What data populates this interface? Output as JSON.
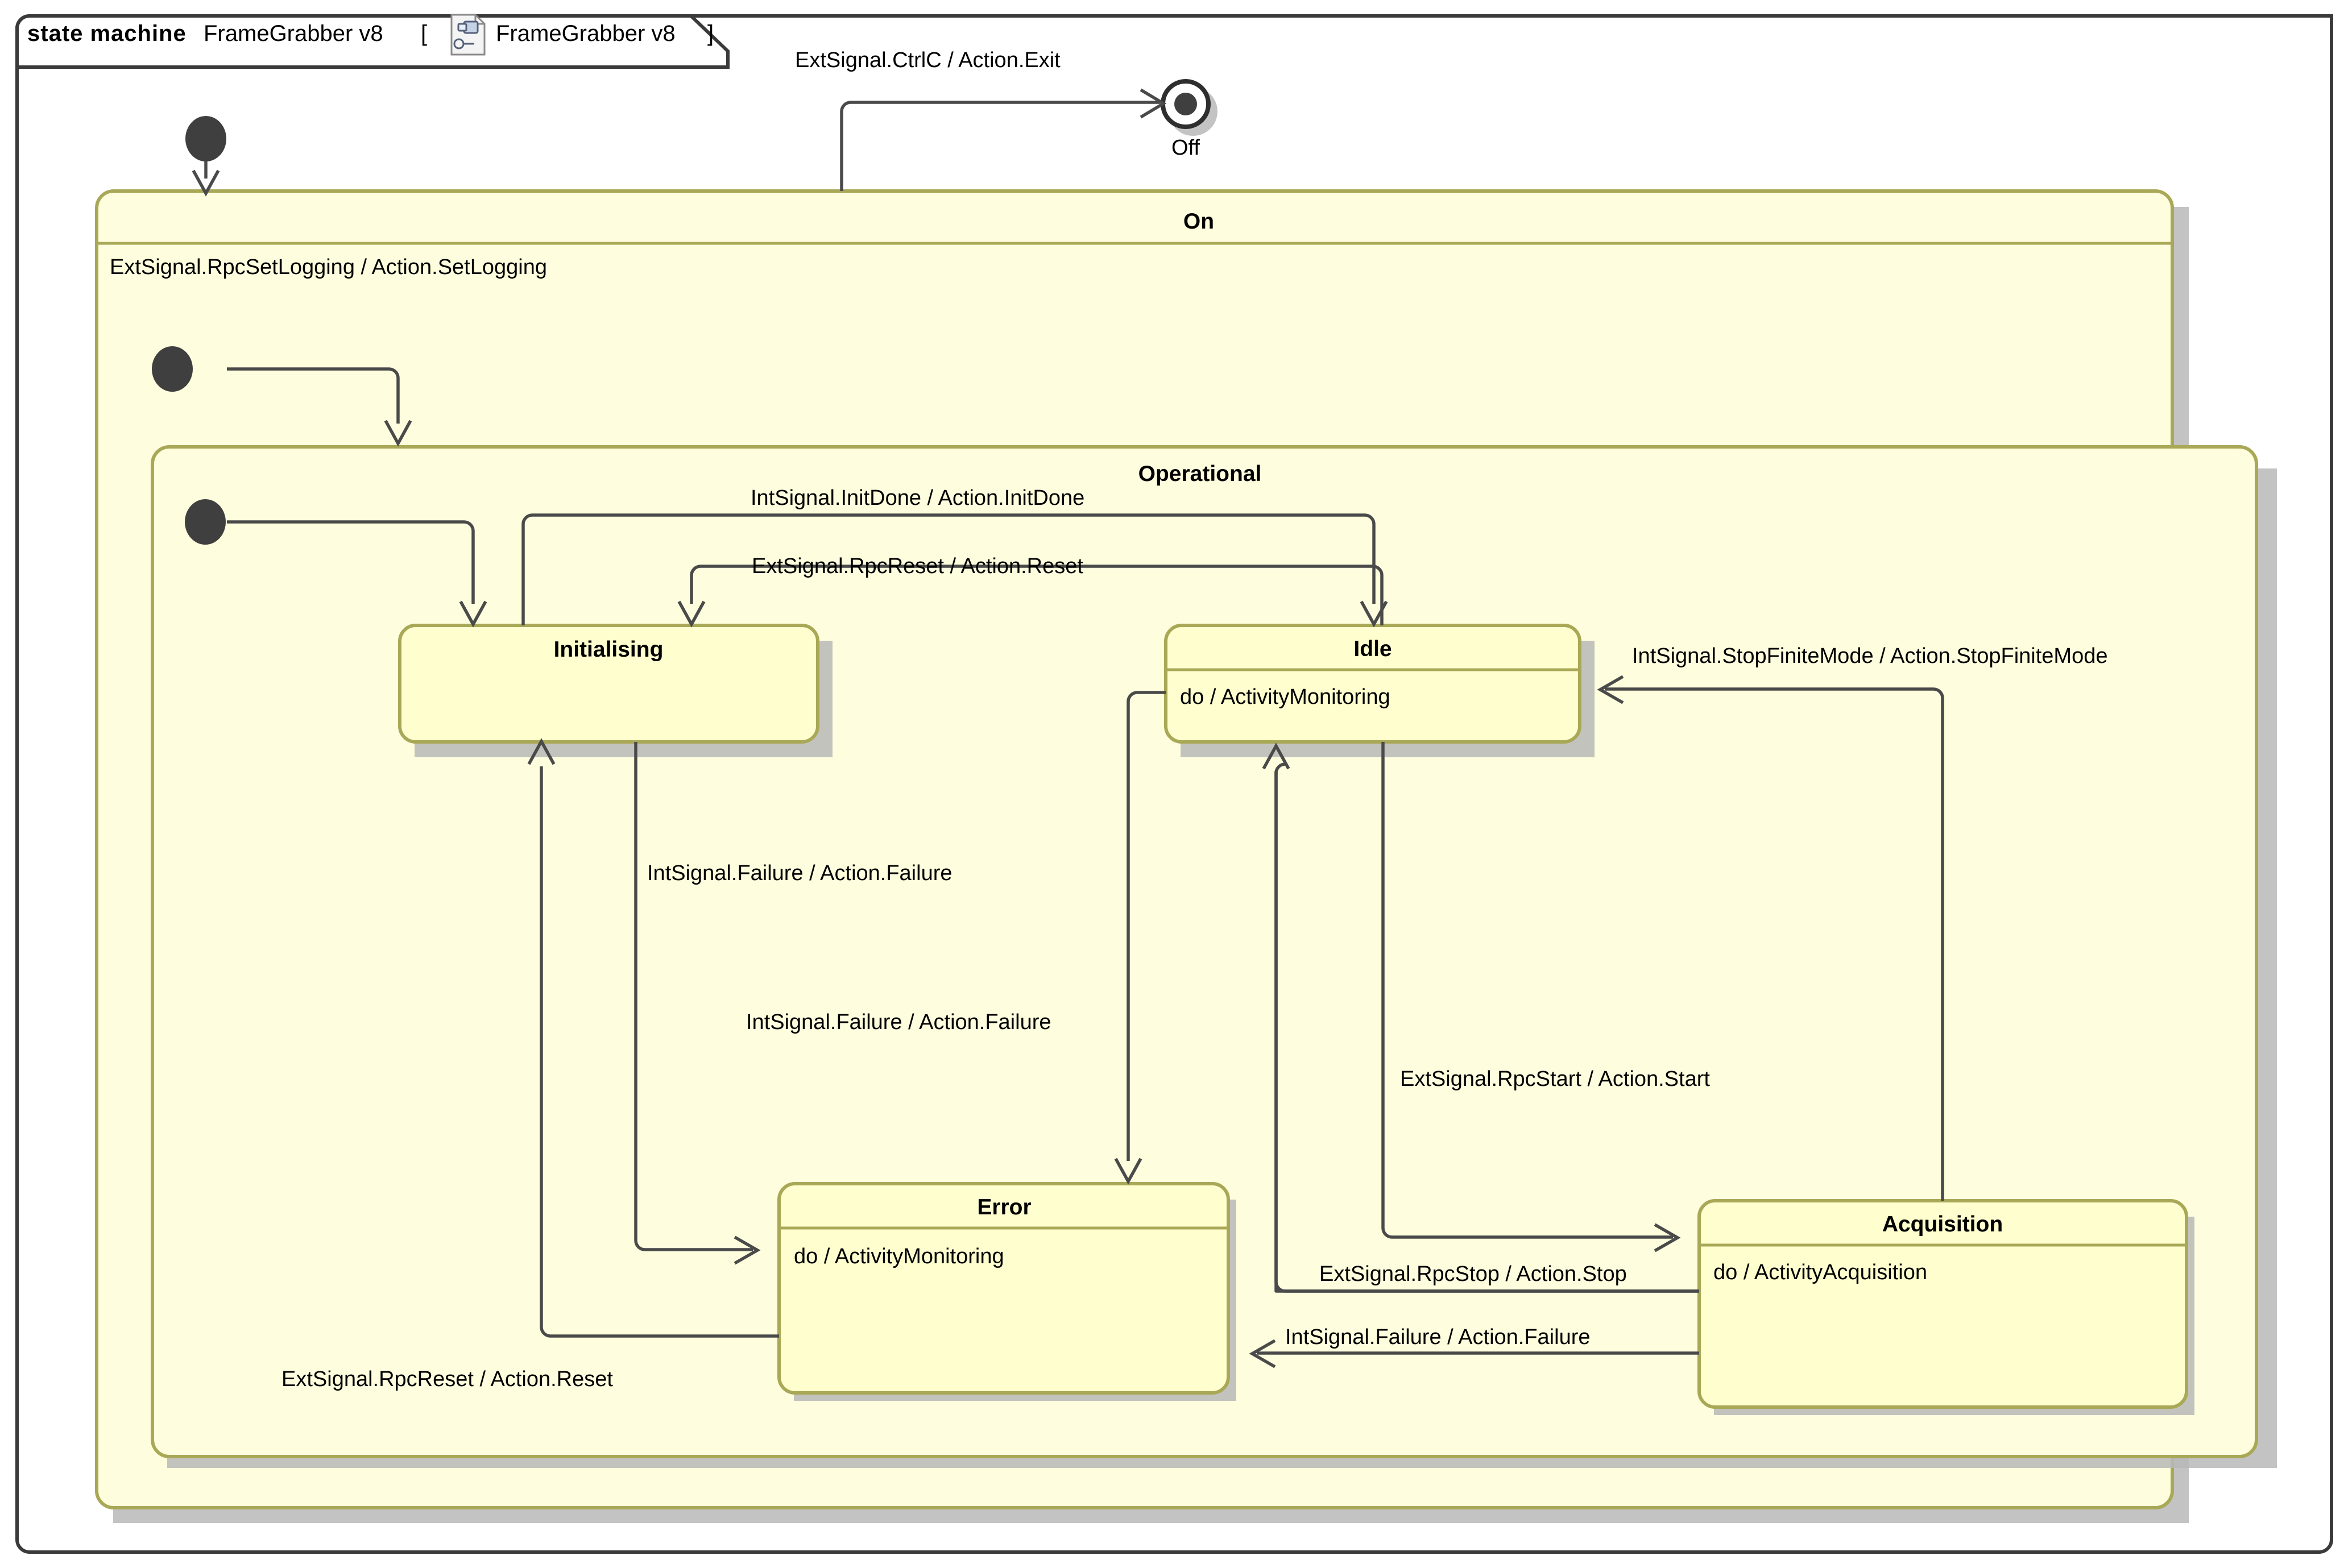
{
  "diagram": {
    "kind_keyword": "state machine",
    "frame_name": "FrameGrabber v8",
    "frame_ref_open": "[",
    "frame_ref_name": "FrameGrabber v8",
    "frame_ref_close": "]",
    "frame_icon": "state-machine-icon",
    "colors": {
      "state_fill": "#FEFECE",
      "state_border": "#A9A857",
      "region_fill": "#FEFEDE",
      "line": "#4A4A4A",
      "frame_border": "#3A3A3A",
      "shadow": "#B8B8B8",
      "text": "#000000"
    }
  },
  "states": {
    "off": {
      "name": "Off",
      "type": "final-state"
    },
    "on": {
      "name": "On",
      "type": "composite-state",
      "internal_transition": "ExtSignal.RpcSetLogging / Action.SetLogging"
    },
    "operational": {
      "name": "Operational",
      "type": "composite-state"
    },
    "initialising": {
      "name": "Initialising",
      "type": "simple-state",
      "body": ""
    },
    "idle": {
      "name": "Idle",
      "type": "simple-state",
      "body": "do / ActivityMonitoring"
    },
    "error": {
      "name": "Error",
      "type": "simple-state",
      "body": "do / ActivityMonitoring"
    },
    "acquisition": {
      "name": "Acquisition",
      "type": "simple-state",
      "body": "do / ActivityAcquisition"
    }
  },
  "pseudostates": [
    {
      "name": "initial-root",
      "type": "initial"
    },
    {
      "name": "initial-on",
      "type": "initial"
    },
    {
      "name": "initial-operational",
      "type": "initial"
    }
  ],
  "transitions": [
    {
      "id": "t_on_off",
      "from": "On",
      "to": "Off",
      "label": "ExtSignal.CtrlC / Action.Exit"
    },
    {
      "id": "t_init_root",
      "from": "initial-root",
      "to": "On",
      "label": ""
    },
    {
      "id": "t_init_on",
      "from": "initial-on",
      "to": "Operational",
      "label": ""
    },
    {
      "id": "t_init_oper",
      "from": "initial-operational",
      "to": "Initialising",
      "label": ""
    },
    {
      "id": "t_initdone",
      "from": "Initialising",
      "to": "Idle",
      "label": "IntSignal.InitDone / Action.InitDone"
    },
    {
      "id": "t_rpcreset_idle",
      "from": "Idle",
      "to": "Initialising",
      "label": "ExtSignal.RpcReset / Action.Reset"
    },
    {
      "id": "t_fail_init",
      "from": "Initialising",
      "to": "Error",
      "label": "IntSignal.Failure / Action.Failure"
    },
    {
      "id": "t_fail_idle",
      "from": "Idle",
      "to": "Error",
      "label": "IntSignal.Failure / Action.Failure"
    },
    {
      "id": "t_rpcstart",
      "from": "Idle",
      "to": "Acquisition",
      "label": "ExtSignal.RpcStart / Action.Start"
    },
    {
      "id": "t_rpcstop",
      "from": "Acquisition",
      "to": "Idle",
      "label": "ExtSignal.RpcStop / Action.Stop"
    },
    {
      "id": "t_stopfinite",
      "from": "Acquisition",
      "to": "Idle",
      "label": "IntSignal.StopFiniteMode / Action.StopFiniteMode"
    },
    {
      "id": "t_fail_acq",
      "from": "Acquisition",
      "to": "Error",
      "label": "IntSignal.Failure / Action.Failure"
    },
    {
      "id": "t_rpcreset_err",
      "from": "Error",
      "to": "Initialising",
      "label": "ExtSignal.RpcReset / Action.Reset"
    }
  ]
}
